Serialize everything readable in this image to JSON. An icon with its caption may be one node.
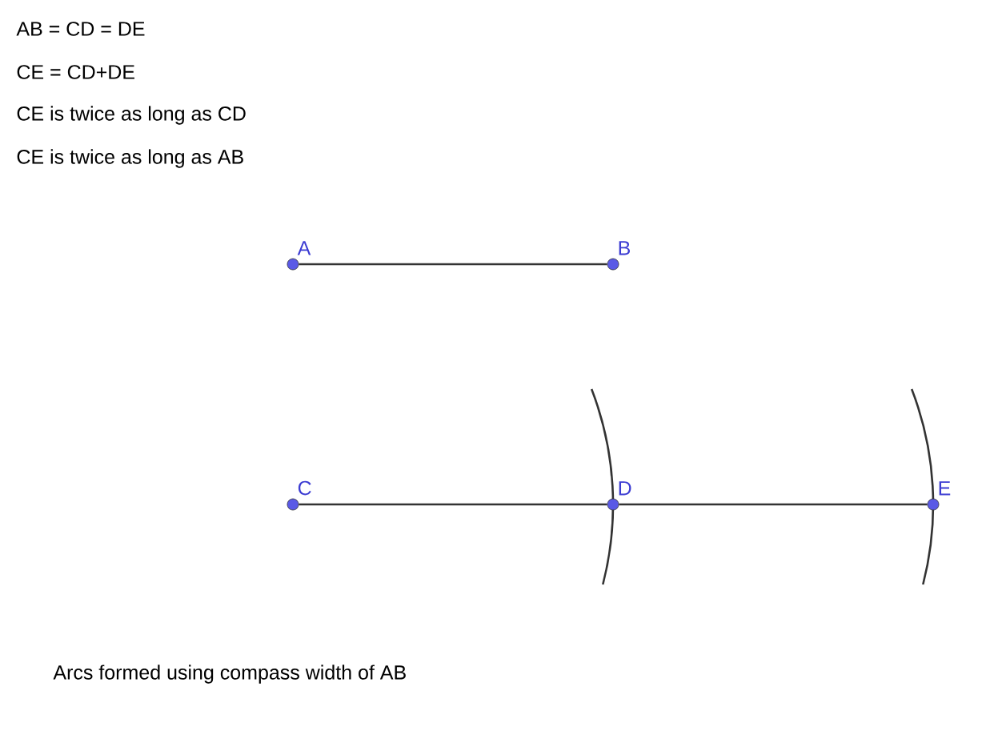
{
  "diagram": {
    "caption": "Arcs formed using compass width of AB",
    "nodes": [
      {
        "text": [
          "A"
        ]
      },
      {
        "text": [
          "B"
        ]
      },
      {
        "text": [
          "C"
        ]
      },
      {
        "text": [
          "D"
        ]
      },
      {
        "text": [
          "E"
        ]
      }
    ],
    "edges": [
      {
        "from": 0,
        "to": 1,
        "arrow": "none"
      },
      {
        "from": 2,
        "to": 3,
        "arrow": "none"
      },
      {
        "from": 3,
        "to": 4,
        "arrow": "none"
      }
    ],
    "labels": [
      "AB = CD = DE",
      "CE = CD+DE",
      "CE is twice as long as CD",
      "CE is twice as long as AB"
    ]
  }
}
